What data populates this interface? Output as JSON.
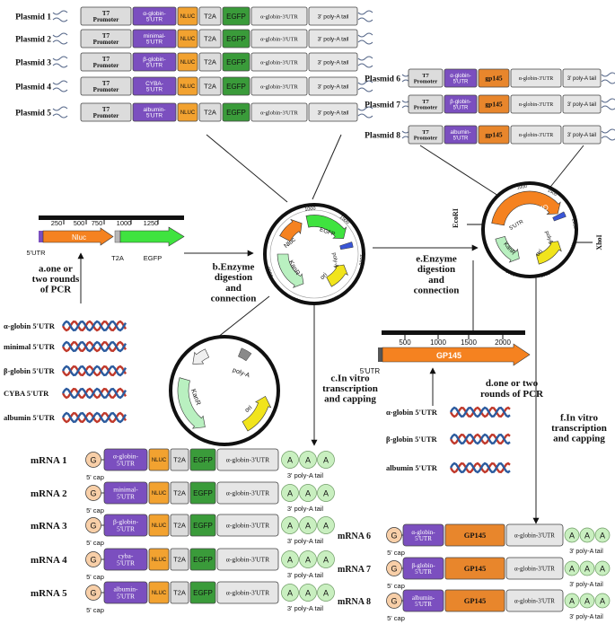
{
  "colors": {
    "promoter": "#dcdcdc",
    "utr5": "#7b4fbf",
    "nluc": "#f2a230",
    "t2a": "#dcdcdc",
    "egfp": "#3a9b3a",
    "utr3": "#e6e6e6",
    "polyA": "#e6e6e6",
    "gp145": "#e8862c",
    "cap": "#f8cfa8",
    "polyA_bead": "#c9efc0",
    "dna_red": "#c0392b",
    "dna_blue": "#2c5b9e",
    "arrow_orange": "#f58220",
    "arrow_green": "#3fe33f",
    "arrow_lightgreen": "#b9f0c0",
    "arrow_yellow": "#f1e41c",
    "arrow_blue": "#3a56d6"
  },
  "plasmids_left": [
    {
      "label": "Plasmid 1",
      "utr5": "α-globin-\n5'UTR"
    },
    {
      "label": "Plasmid 2",
      "utr5": "minimal-\n5'UTR"
    },
    {
      "label": "Plasmid 3",
      "utr5": "β-globin-\n5'UTR"
    },
    {
      "label": "Plasmid 4",
      "utr5": "CYBA-\n5'UTR"
    },
    {
      "label": "Plasmid 5",
      "utr5": "albumin-\n5'UTR"
    }
  ],
  "plasmids_right": [
    {
      "label": "Plasmid 6",
      "utr5": "α-globin-\n5'UTR"
    },
    {
      "label": "Plasmid 7",
      "utr5": "β-globin-\n5'UTR"
    },
    {
      "label": "Plasmid 8",
      "utr5": "albumin-\n5'UTR"
    }
  ],
  "plasmid_parts": {
    "promoter": "T7\nPromoter",
    "nluc": "NLUC",
    "t2a": "T2A",
    "egfp": "EGFP",
    "utr3": "α-globin-3'UTR",
    "polyA": "3' poly-A tail",
    "gp145": "gp145"
  },
  "linear_egfp": {
    "ticks": [
      "250",
      "500",
      "750",
      "1000",
      "1250"
    ],
    "utr": "5'UTR",
    "nluc": "Nluc",
    "t2a": "T2A",
    "egfp": "EGFP"
  },
  "linear_gp145": {
    "ticks": [
      "500",
      "1000",
      "1500",
      "2000"
    ],
    "utr": "5'UTR",
    "gp145": "GP145"
  },
  "steps": {
    "a": "a.one or\ntwo rounds\nof PCR",
    "b": "b.Enzyme\ndigestion\nand\nconnection",
    "c": "c.In vitro\ntranscription\nand capping",
    "d": "d.one or two\nrounds of PCR",
    "e": "e.Enzyme\ndigestion\nand\nconnection",
    "f": "f.In vitro\ntranscription\nand capping"
  },
  "pcr_left": [
    "α-globin 5'UTR",
    "minimal 5'UTR",
    "β-globin 5'UTR",
    "CYBA 5'UTR",
    "albumin 5'UTR"
  ],
  "pcr_right": [
    "α-globin 5'UTR",
    "β-globin 5'UTR",
    "albumin 5'UTR"
  ],
  "circle_left": {
    "ticks": [
      "1000",
      "1500",
      "2000",
      "2500",
      "3000",
      "3500"
    ],
    "labels": {
      "nluc": "Nluc",
      "egfp": "EGFP",
      "polyA": "poly-A",
      "kanr": "KanR",
      "ori": "ori"
    }
  },
  "circle_vector": {
    "labels": {
      "kanr": "KanR",
      "polyA": "poly-A",
      "ori": "ori"
    }
  },
  "circle_right": {
    "ticks": [
      "1000",
      "1500",
      "2000",
      "2500",
      "3000",
      "3500",
      "4000"
    ],
    "labels": {
      "gp145": "GP145",
      "utr": "5'UTR",
      "polyA": "polyA",
      "kanr": "KanR",
      "ori": "ori"
    },
    "sites": {
      "ecori": "EcoRI",
      "xhoi": "XhoI"
    }
  },
  "mrna_left": [
    {
      "label": "mRNA  1",
      "utr5": "α-globin-\n5'UTR"
    },
    {
      "label": "mRNA  2",
      "utr5": "minimal-\n5'UTR"
    },
    {
      "label": "mRNA  3",
      "utr5": "β-globin-\n5'UTR"
    },
    {
      "label": "mRNA  4",
      "utr5": "cyba-\n5'UTR"
    },
    {
      "label": "mRNA  5",
      "utr5": "albumin-\n5'UTR"
    }
  ],
  "mrna_right": [
    {
      "label": "mRNA 6",
      "utr5": "α-globin-\n5'UTR"
    },
    {
      "label": "mRNA 7",
      "utr5": "β-globin-\n5'UTR"
    },
    {
      "label": "mRNA 8",
      "utr5": "albumin-\n5'UTR"
    }
  ],
  "mrna_parts": {
    "cap": "G",
    "cap_label": "5' cap",
    "nluc": "NLUC",
    "t2a": "T2A",
    "egfp": "EGFP",
    "utr3": "α-globin-3'UTR",
    "polyA_bead": "A",
    "polyA_label": "3' poly-A tail",
    "gp145": "GP145"
  }
}
